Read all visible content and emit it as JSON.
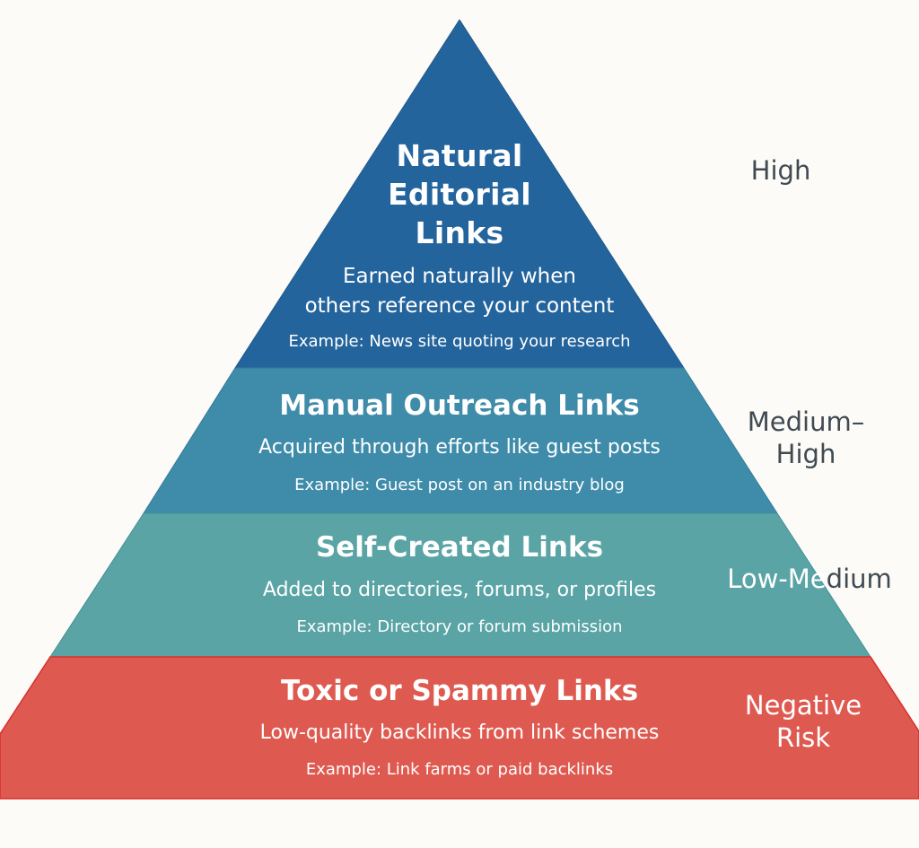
{
  "diagram": {
    "type": "pyramid",
    "colors": {
      "background": "#fdfbf7",
      "tier1": "#24649c",
      "tier2": "#3f8caa",
      "tier3": "#5aa4a6",
      "tier4": "#de5a50",
      "label_text": "#3f4a52",
      "tier_text": "#ffffff"
    },
    "tiers": [
      {
        "title_lines": [
          "Natural",
          "Editorial",
          "Links"
        ],
        "description_lines": [
          "Earned naturally when",
          "others reference your content"
        ],
        "example": "Example: News site quoting your research",
        "value_label": "High"
      },
      {
        "title": "Manual Outreach Links",
        "description": "Acquired through efforts like guest posts",
        "example": "Example: Guest post on an industry blog",
        "value_label_lines": [
          "Medium–",
          "High"
        ]
      },
      {
        "title": "Self-Created Links",
        "description": "Added to directories, forums, or profiles",
        "example": "Example: Directory or forum submission",
        "value_label_parts": [
          "Low-Me",
          "dium"
        ]
      },
      {
        "title": "Toxic or Spammy Links",
        "description": "Low-quality backlinks from link schemes",
        "example": "Example: Link farms or paid backlinks",
        "value_label_lines": [
          "Negative",
          "Risk"
        ]
      }
    ]
  }
}
